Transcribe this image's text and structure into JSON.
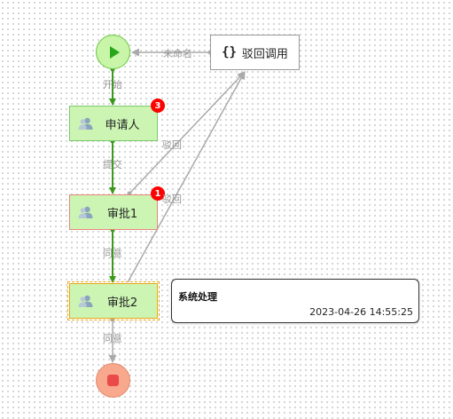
{
  "nodes": {
    "start": {
      "label": ""
    },
    "applicant": {
      "label": "申请人",
      "badge": "3"
    },
    "approve1": {
      "label": "审批1",
      "badge": "1"
    },
    "approve2": {
      "label": "审批2"
    },
    "reject_service": {
      "braces": "{}",
      "label": "驳回调用"
    },
    "end": {
      "label": ""
    }
  },
  "edges": {
    "unnamed": "未命名",
    "start_to_applicant": "开始",
    "applicant_to_approve1": "提交",
    "approve1_to_approve2": "同意",
    "approve2_to_end": "同意",
    "reject_from_applicant": "驳回",
    "reject_from_approve1": "驳回"
  },
  "popup": {
    "title": "系统处理",
    "time": "2023-04-26 14:55:25"
  },
  "colors": {
    "start_fill": "#c8f5a8",
    "end_fill": "#f8a88c",
    "task_fill": "#ccf5b4",
    "active_edge": "#3a9a1c",
    "inactive_edge": "#aaaaaa",
    "badge": "#ff0000",
    "selected_border": "#e6a817",
    "current_border": "#e8857a"
  }
}
